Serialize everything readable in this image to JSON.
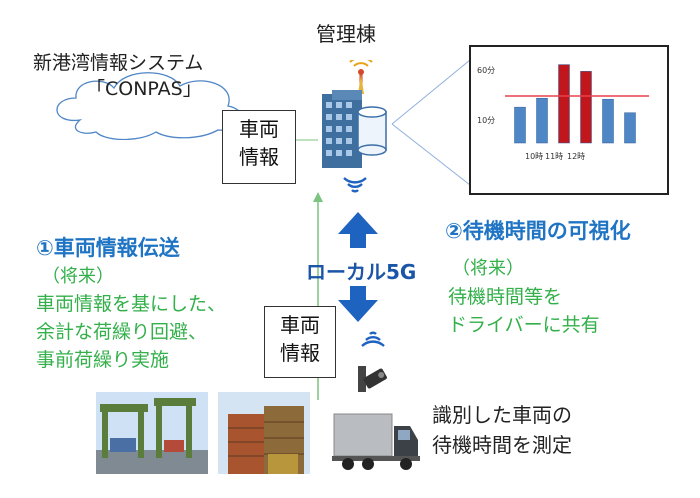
{
  "cloud_system": {
    "line1": "新港湾情報システム",
    "line2": "「CONPAS」"
  },
  "admin_building_label": "管理棟",
  "vehicle_info_box_top": {
    "line1": "車両",
    "line2": "情報"
  },
  "vehicle_info_box_bottom": {
    "line1": "車両",
    "line2": "情報"
  },
  "chart_data": {
    "type": "bar",
    "categories": [
      "",
      "",
      "",
      "",
      "",
      ""
    ],
    "values": [
      32,
      40,
      70,
      64,
      39,
      27
    ],
    "series_colors": [
      "#4f86c6",
      "#4f86c6",
      "#c0161c",
      "#c0161c",
      "#4f86c6",
      "#4f86c6"
    ],
    "threshold_line": {
      "value": 42,
      "color": "#e8424f"
    },
    "y_tick_labels": [
      "60分",
      "10分"
    ],
    "x_tick_labels": [
      "10時",
      "11時",
      "12時"
    ],
    "title": "",
    "xlabel": "",
    "ylabel": ""
  },
  "section1": {
    "title": "①車両情報伝送",
    "future": "（将来）",
    "lines": [
      "車両情報を基にした、",
      "余計な荷繰り回避、",
      "事前荷繰り実施"
    ]
  },
  "section2": {
    "title": "②待機時間の可視化",
    "future": "（将来）",
    "lines": [
      "待機時間等を",
      "ドライバーに共有"
    ]
  },
  "local5g_label": "ローカル5G",
  "measure_caption": {
    "line1": "識別した車両の",
    "line2": "待機時間を測定"
  },
  "colors": {
    "accent_blue": "#1f74c4",
    "green_text": "#33b04a",
    "arrow_blue": "#1e63c0"
  },
  "icons": [
    "cloud-icon",
    "building-icon",
    "antenna-icon",
    "wifi-icon",
    "camera-icon",
    "truck-icon",
    "crane-photo",
    "container-photo"
  ]
}
